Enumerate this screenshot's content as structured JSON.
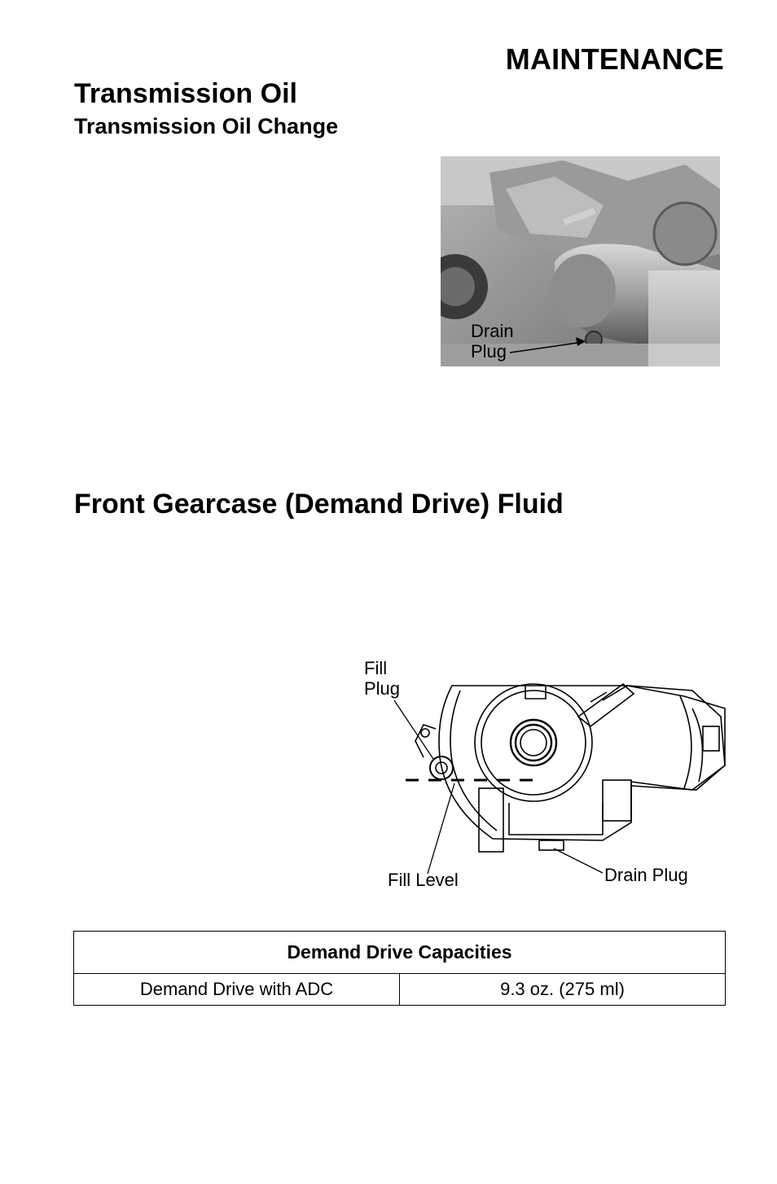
{
  "header": {
    "section": "MAINTENANCE"
  },
  "transmission": {
    "title": "Transmission Oil",
    "subtitle": "Transmission Oil Change",
    "photo": {
      "label_line1": "Drain",
      "label_line2": "Plug"
    }
  },
  "gearcase": {
    "title": "Front Gearcase (Demand Drive) Fluid",
    "diagram": {
      "fill_plug_line1": "Fill",
      "fill_plug_line2": "Plug",
      "fill_level": "Fill Level",
      "drain_plug": "Drain Plug"
    }
  },
  "capacities_table": {
    "title": "Demand Drive Capacities",
    "rows": [
      {
        "item": "Demand Drive with ADC",
        "value": "9.3 oz. (275 ml)"
      }
    ]
  }
}
